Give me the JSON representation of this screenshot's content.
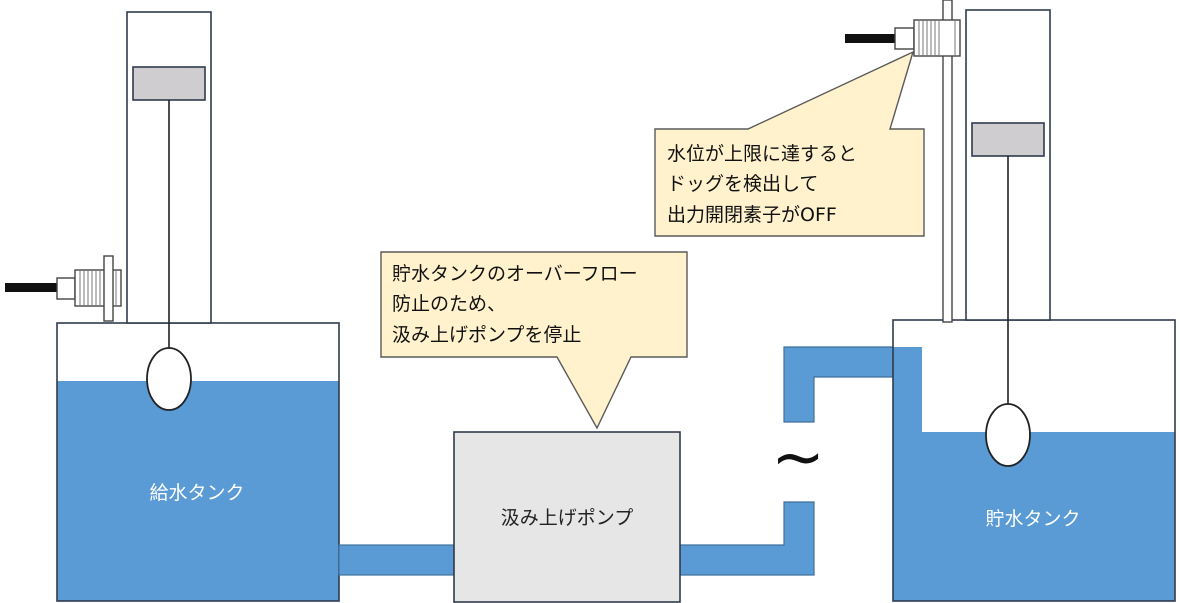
{
  "colors": {
    "water": "#5b9bd5",
    "water_edge": "#41719c",
    "outline": "#2f3b4c",
    "float_weight": "#cfcdd0",
    "pump_fill": "#e6e6e6",
    "callout_fill": "#fff2cc",
    "callout_edge": "#5a5a5a"
  },
  "labels": {
    "supply_tank": "給水タンク",
    "storage_tank": "貯水タンク",
    "pump": "汲み上げポンプ",
    "break_mark": "~"
  },
  "callouts": {
    "pump_stop": [
      "貯水タンクのオーバーフロー",
      "防止のため、",
      "汲み上げポンプを停止"
    ],
    "sensor_detect": [
      "水位が上限に達すると",
      "ドッグを検出して",
      "出力開閉素子がOFF"
    ]
  },
  "icons": [
    "proximity-sensor-icon",
    "float-icon",
    "pipe-break-icon"
  ]
}
